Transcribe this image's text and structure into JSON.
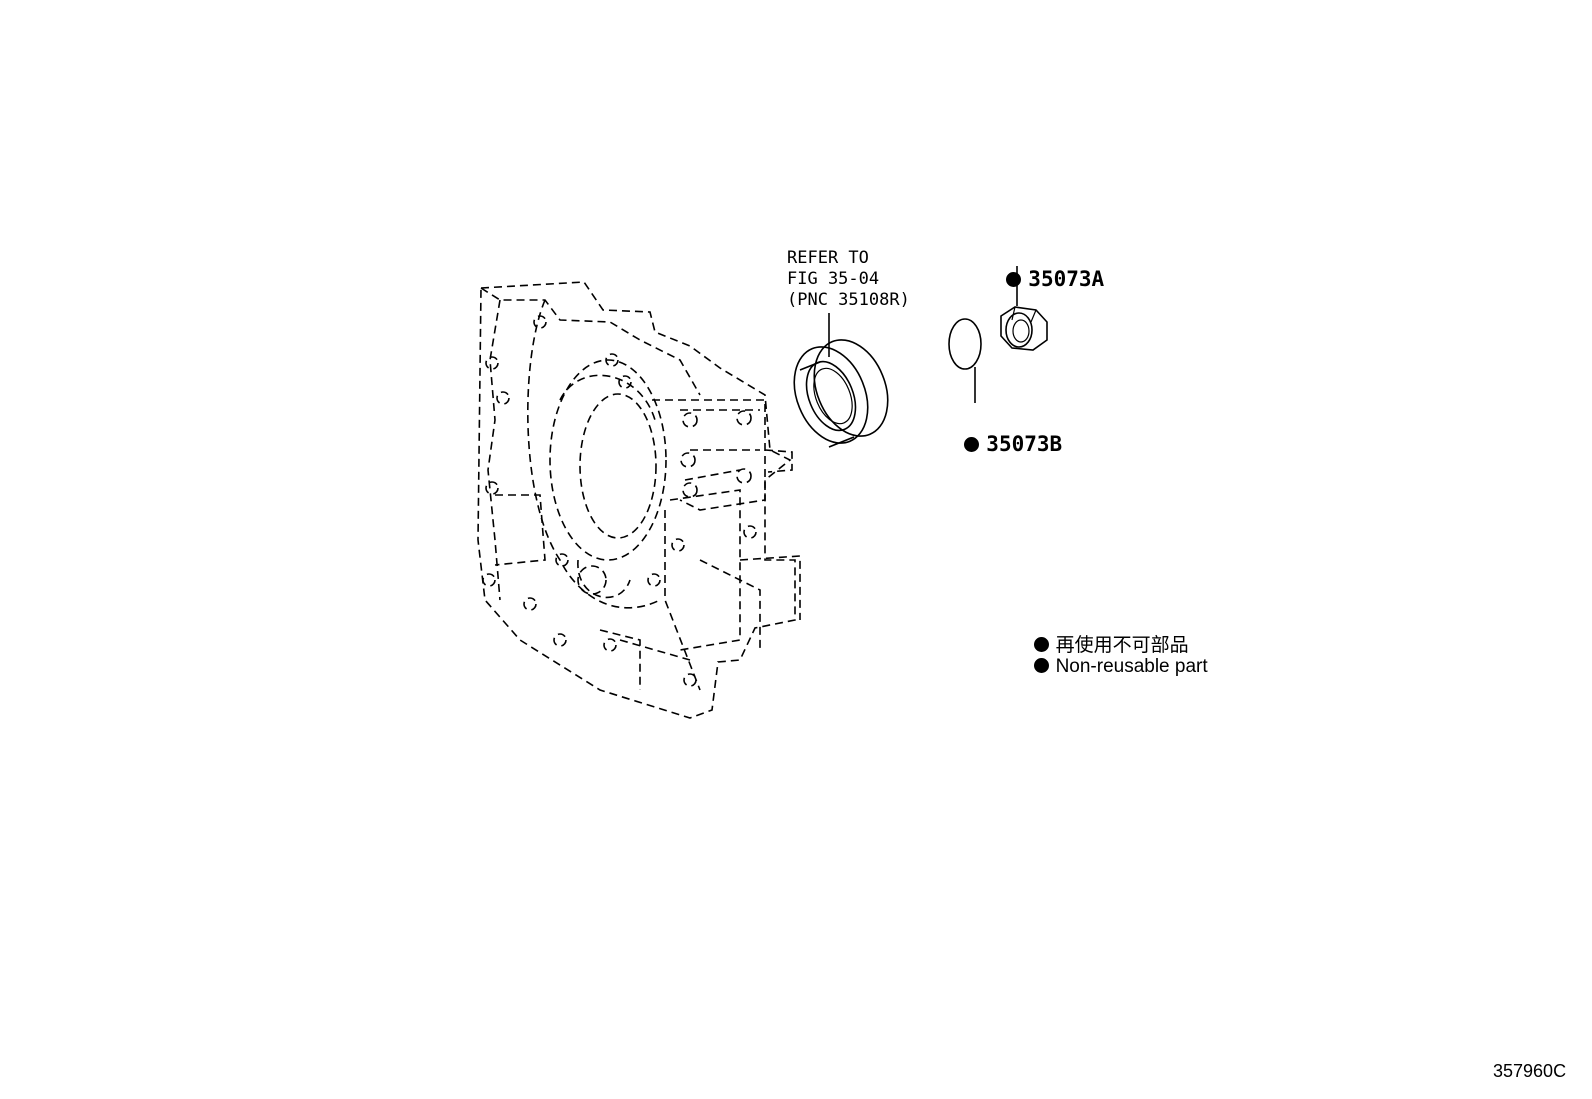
{
  "callouts": {
    "refer_line1": "REFER TO",
    "refer_line2": "FIG 35-04",
    "refer_line3": "(PNC 35108R)",
    "part_a": "35073A",
    "part_b": "35073B"
  },
  "legend": {
    "line_jp": "再使用不可部品",
    "line_en": "Non-reusable part"
  },
  "illustration_code": "357960C"
}
